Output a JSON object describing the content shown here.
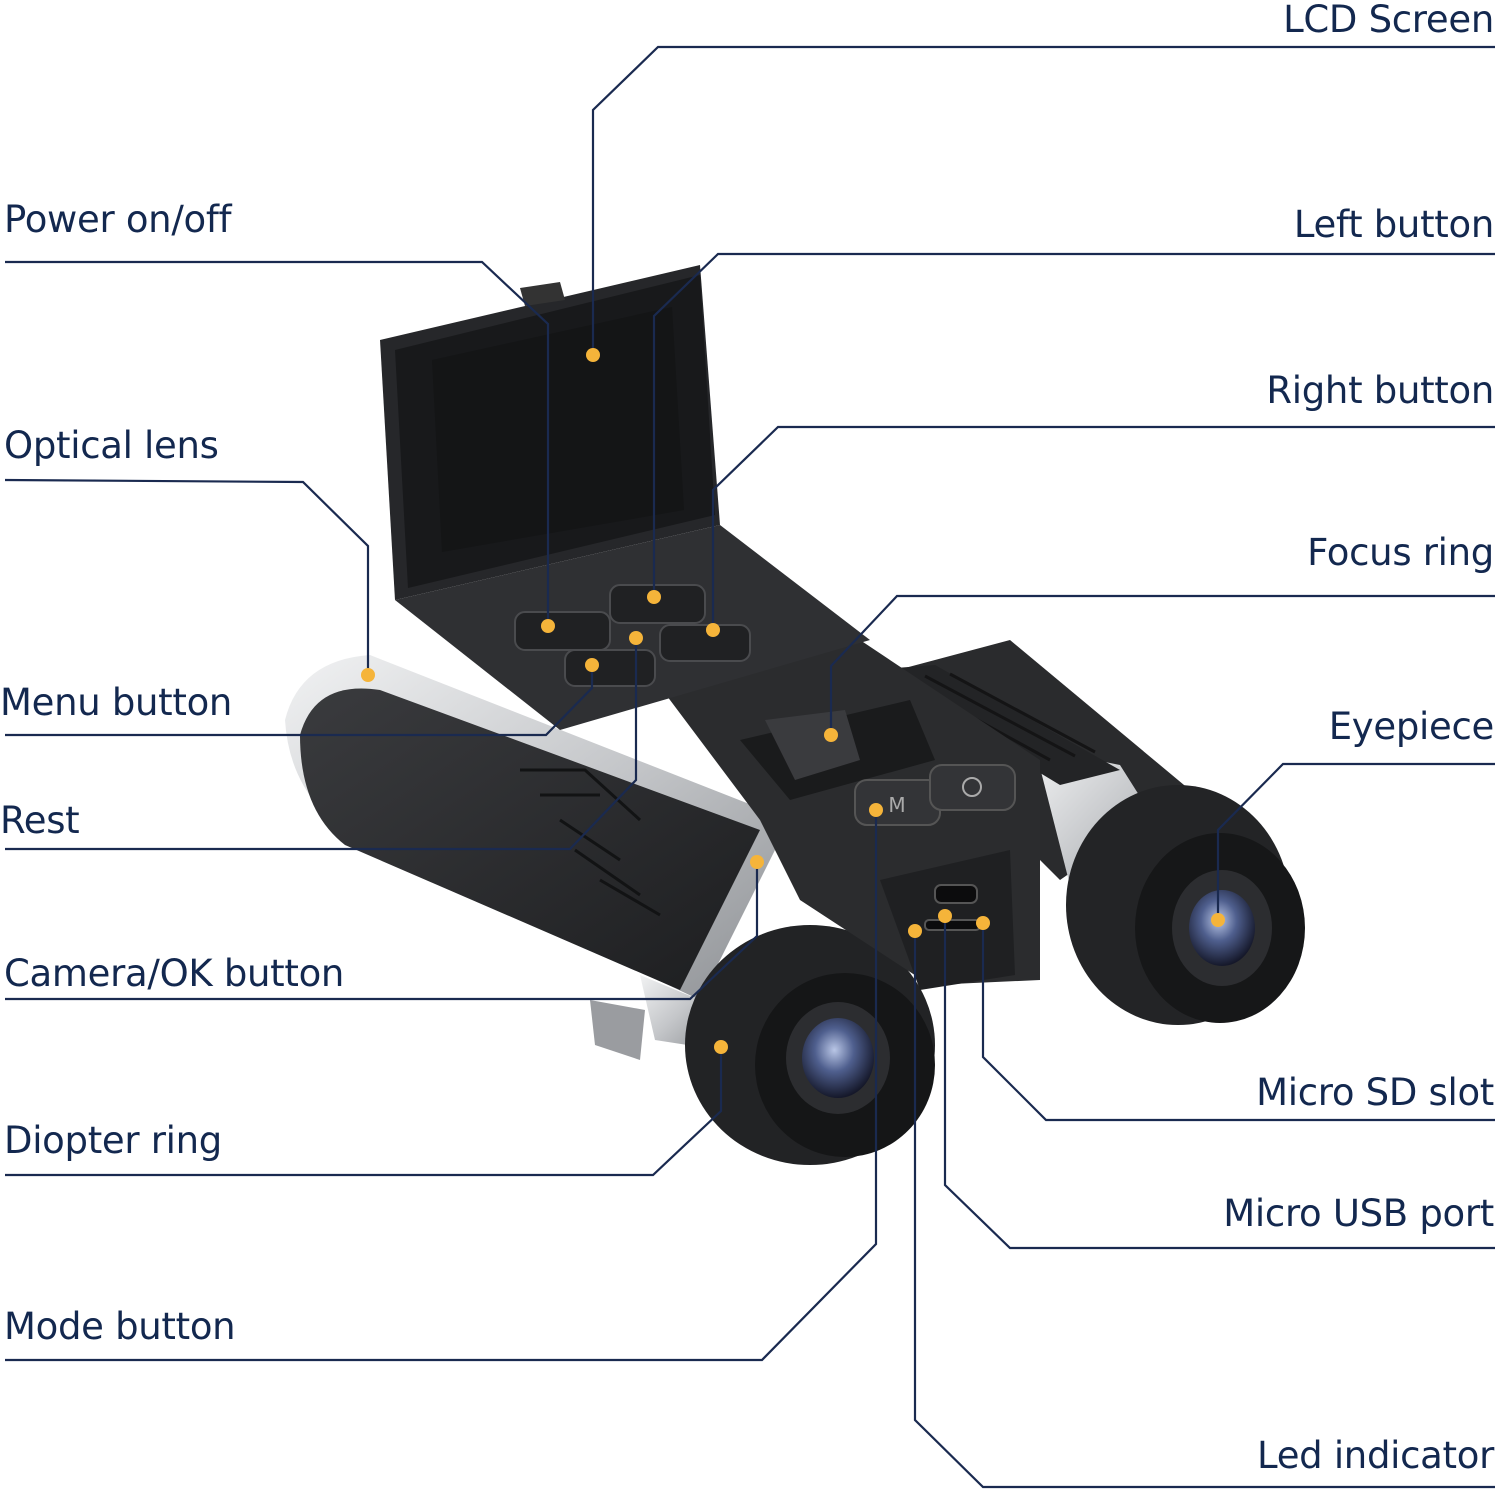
{
  "colors": {
    "label_text": "#13284f",
    "leader_line": "#1a2a50",
    "marker_dot": "#f5b43a",
    "body_black": "#2b2c2e",
    "body_dark": "#1c1d1f",
    "silver": "#c9cbce",
    "screen": "#141516",
    "lens_glass": "#5f6f9a"
  },
  "callouts": {
    "lcd_screen": "LCD Screen",
    "power": "Power on/off",
    "left_button": "Left button",
    "right_button": "Right button",
    "optical_lens": "Optical lens",
    "focus_ring": "Focus ring",
    "menu_button": "Menu button",
    "eyepiece": "Eyepiece",
    "rest": "Rest",
    "camera_ok": "Camera/OK button",
    "micro_sd": "Micro SD slot",
    "diopter_ring": "Diopter ring",
    "micro_usb": "Micro USB port",
    "mode_button": "Mode button",
    "led_indicator": "Led indicator"
  },
  "device": {
    "mode_key_glyph": "M",
    "camera_key_icon": "camera-icon"
  }
}
